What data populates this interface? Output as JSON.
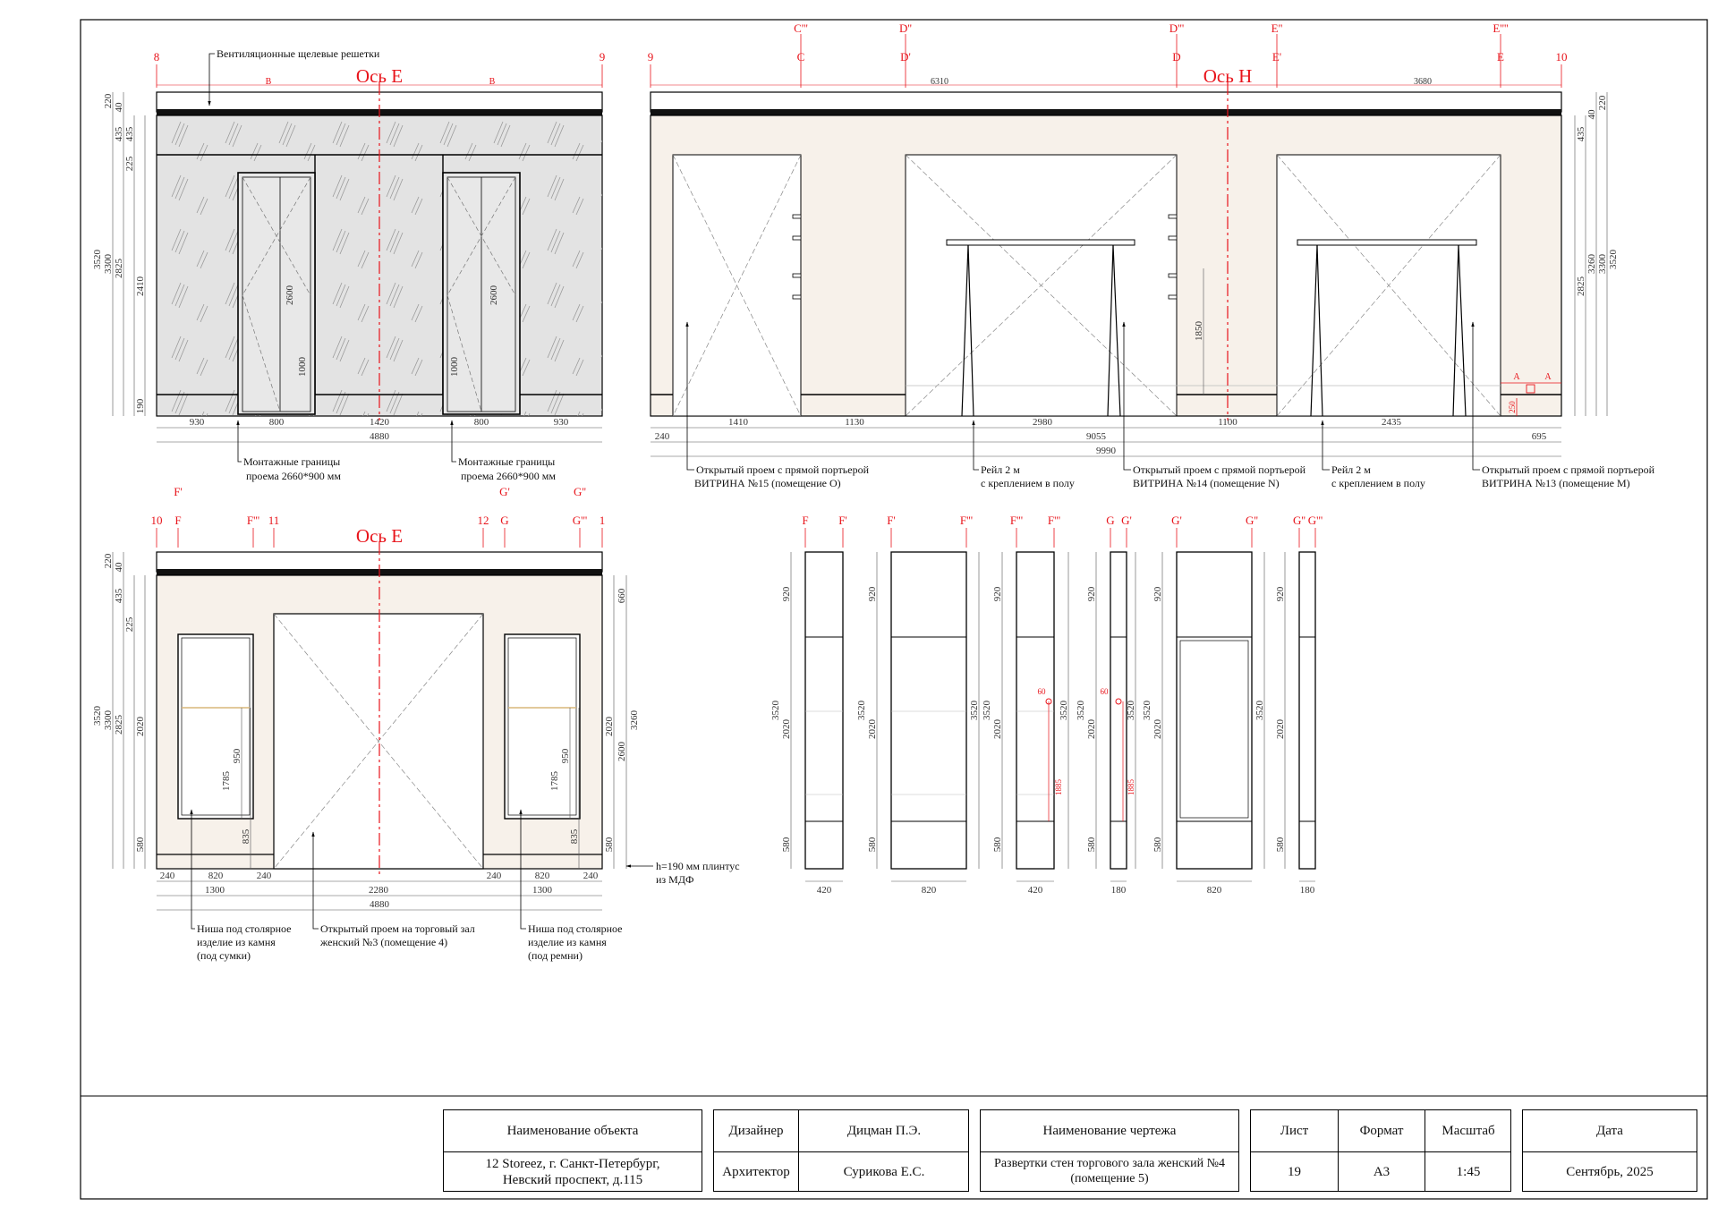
{
  "axes": {
    "e1": "Ось Е",
    "h": "Ось Н",
    "e2": "Ось Е"
  },
  "grid": {
    "g8": "8",
    "g9a": "9",
    "g9b": "9",
    "g10a": "10",
    "cqq": "C'''",
    "c": "C",
    "dq": "D''",
    "dp": "D'",
    "dqqq": "D'''",
    "d": "D",
    "eqq": "E''",
    "ep": "E'",
    "eqqqq": "E''''",
    "e": "E",
    "b1": "B",
    "b2": "B",
    "w10": "10",
    "f": "F",
    "fp": "F'",
    "fqqq": "F'''",
    "w11": "11",
    "w12": "12",
    "g": "G",
    "gp": "G'",
    "gqq": "G''",
    "gqqq": "G'''",
    "w1": "1",
    "a1": "A",
    "a2": "A"
  },
  "dims": {
    "e1_h_930a": "930",
    "e1_h_800a": "800",
    "e1_h_1420": "1420",
    "e1_h_800b": "800",
    "e1_h_930b": "930",
    "e1_h_4880": "4880",
    "e1_v_220": "220",
    "e1_v_40": "40",
    "e1_v_435a": "435",
    "e1_v_435b": "435",
    "e1_v_225": "225",
    "e1_v_3520": "3520",
    "e1_v_3300": "3300",
    "e1_v_2825": "2825",
    "e1_v_2410": "2410",
    "e1_v_190": "190",
    "e1_2600a": "2600",
    "e1_2600b": "2600",
    "e1_1000a": "1000",
    "e1_1000b": "1000",
    "h_6310": "6310",
    "h_3680": "3680",
    "h_1410": "1410",
    "h_1130": "1130",
    "h_2980": "2980",
    "h_1100": "1100",
    "h_2435": "2435",
    "h_240": "240",
    "h_9055": "9055",
    "h_695": "695",
    "h_9990": "9990",
    "h_v_435": "435",
    "h_v_40": "40",
    "h_v_220": "220",
    "h_v_2825": "2825",
    "h_v_3260": "3260",
    "h_v_3300": "3300",
    "h_v_3520": "3520",
    "h_1850": "1850",
    "h_250": "250",
    "e2_v_220": "220",
    "e2_v_40": "40",
    "e2_v_435": "435",
    "e2_v_225": "225",
    "e2_v_3520": "3520",
    "e2_v_3300": "3300",
    "e2_v_2825": "2825",
    "e2_v_2020": "2020",
    "e2_v_580": "580",
    "e2_950a": "950",
    "e2_1785a": "1785",
    "e2_835a": "835",
    "e2_950b": "950",
    "e2_1785b": "1785",
    "e2_835b": "835",
    "e2_r_660": "660",
    "e2_r_2020": "2020",
    "e2_r_2600": "2600",
    "e2_r_3260": "3260",
    "e2_r_580": "580",
    "e2_240a": "240",
    "e2_820a": "820",
    "e2_240b": "240",
    "e2_240c": "240",
    "e2_820b": "820",
    "e2_240d": "240",
    "e2_1300a": "1300",
    "e2_2280": "2280",
    "e2_1300b": "1300",
    "e2_4880": "4880",
    "s_920": "920",
    "s_2020": "2020",
    "s_580": "580",
    "s_3520": "3520",
    "s_w420a": "420",
    "s_w820a": "820",
    "s_w420b": "420",
    "s_w180a": "180",
    "s_w820b": "820",
    "s_w180b": "180",
    "s_60a": "60",
    "s_60b": "60",
    "s_1885a": "1885",
    "s_1885b": "1885"
  },
  "notes": {
    "vent": "Вентиляционные щелевые решетки",
    "mount1_l1": "Монтажные границы",
    "mount1_l2": "проема 2660*900 мм",
    "mount2_l1": "Монтажные границы",
    "mount2_l2": "проема 2660*900 мм",
    "open15_l1": "Открытый проем с прямой портьерой",
    "open15_l2": "ВИТРИНА №15 (помещение О)",
    "rail1_l1": "Рейл 2 м",
    "rail1_l2": "с креплением в полу",
    "open14_l1": "Открытый проем с прямой портьерой",
    "open14_l2": "ВИТРИНА №14 (помещение N)",
    "rail2_l1": "Рейл 2 м",
    "rail2_l2": "с креплением в полу",
    "open13_l1": "Открытый проем с прямой портьерой",
    "open13_l2": "ВИТРИНА №13 (помещение М)",
    "plinth_l1": "h=190 мм плинтус",
    "plinth_l2": "из МДФ",
    "niche1_l1": "Ниша под столярное",
    "niche1_l2": "изделие из камня",
    "niche1_l3": "(под сумки)",
    "open3_l1": "Открытый проем на торговый зал",
    "open3_l2": "женский №3 (помещение 4)",
    "niche2_l1": "Ниша под столярное",
    "niche2_l2": "изделие из камня",
    "niche2_l3": "(под ремни)"
  },
  "titleblock": {
    "object_label": "Наименование объекта",
    "object_line1": "12 Storeez, г. Санкт-Петербург,",
    "object_line2": "Невский проспект, д.115",
    "designer_label": "Дизайнер",
    "designer_name": "Дицман П.Э.",
    "architect_label": "Архитектор",
    "architect_name": "Сурикова Е.С.",
    "drawing_label": "Наименование чертежа",
    "drawing_line1": "Развертки стен торгового зала женский №4",
    "drawing_line2": "(помещение 5)",
    "sheet_label": "Лист",
    "sheet_value": "19",
    "format_label": "Формат",
    "format_value": "А3",
    "scale_label": "Масштаб",
    "scale_value": "1:45",
    "date_label": "Дата",
    "date_value": "Сентябрь, 2025"
  },
  "colors": {
    "line": "#000000",
    "axis": "#e8141b",
    "dim": "#444444",
    "glass": "#e3e3e3",
    "wall": "#f7f1ea",
    "shelf": "#d9b77a"
  }
}
